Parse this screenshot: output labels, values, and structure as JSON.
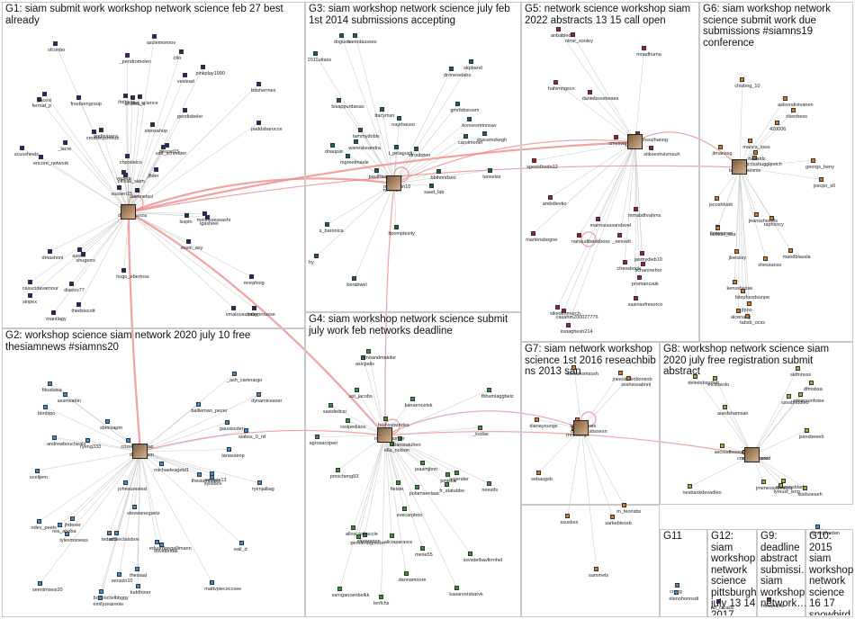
{
  "groups": [
    {
      "id": "G1",
      "title": "G1: siam submit work workshop network science feb 27 best already",
      "color": "#1a2a7a"
    },
    {
      "id": "G2",
      "title": "G2: workshop science siam network 2020 july 10 free thesiamnews #siamns20",
      "color": "#3a8fd8"
    },
    {
      "id": "G3",
      "title": "G3: siam workshop network science july feb 1st 2014 submissions accepting",
      "color": "#0f6b3c"
    },
    {
      "id": "G4",
      "title": "G4: siam workshop network science submit july work feb networks deadline",
      "color": "#2c9e2c"
    },
    {
      "id": "G5",
      "title": "G5: network science workshop siam 2022 abstracts 13 15 call open",
      "color": "#b81818"
    },
    {
      "id": "G6",
      "title": "G6: siam workshop network science submit work due submissions #siamns19 conference",
      "color": "#e07a10"
    },
    {
      "id": "G7",
      "title": "G7: siam network workshop science 1st 2016 reseachbib ns 2013 san",
      "color": "#e07a10"
    },
    {
      "id": "G8",
      "title": "G8: workshop network science siam 2020 july free registration submit abstract",
      "color": "#9ab520"
    },
    {
      "id": "G9",
      "title": "G9: deadline abstract submissi… siam workshop network…",
      "color": "#7a1a7a"
    },
    {
      "id": "G10",
      "title": "G10: 2015 siam workshop network science 16 17 snowbird…",
      "color": "#3a8fd8"
    },
    {
      "id": "G11",
      "title": "G11",
      "color": "#3a8fd8"
    },
    {
      "id": "G12",
      "title": "G12: siam workshop network science pittsburgh july 13 14 2017…",
      "color": "#1a2a7a"
    }
  ],
  "nodes": {
    "G1": [
      "siamnetsci",
      "fermat_p",
      "official_siam",
      "casucidavamour",
      "ssb_schreiber",
      "shugerrs",
      "ctlo",
      "nel_science",
      "veslead",
      "jfider",
      "sfconbo",
      "babyprousse",
      "encore_network",
      "bdshermes",
      "sussen15",
      "gendisbeler",
      "mantlagy",
      "ihdnesx",
      "stensahop",
      "dmashoni",
      "andovisera",
      "sinpex",
      "diastro77",
      "anamb_k",
      "nesoct15",
      "lgasheel",
      "gacesi",
      "_pendromolen",
      "scussheels",
      "lsspin",
      "paddsbarucce",
      "vedeur",
      "hugo_ebertoss",
      "chpodeico",
      "frseborngroup",
      "pinkplay1990",
      "asses",
      "vmaloussmeer",
      "morphoig",
      "mellossessashi",
      "asclemonnov",
      "crossleysmeus",
      "_lacre",
      "essin_asy",
      "thedsiscott",
      "dagopeborza"
    ],
    "G2": [
      "thesiamnews",
      "mattvpiececcsee",
      "aeooos13",
      "stevwanegsetz",
      "thesiaal",
      "sbmisapm",
      "johnsuresiesl",
      "rea_aboba",
      "amsectalsbov",
      "ryenjalliag",
      "tylesmsnews",
      "assmvalon",
      "botaniclwlbbggy",
      "siabss_0_rd",
      "seenimsesi20",
      "dynamiceaser",
      "dsvidbridal",
      "crissksngubias",
      "scelijem",
      "michaeleagetd1",
      "eduardoegallimann",
      "bimbipo",
      "jhdexer",
      "syllsbov",
      "tedad3",
      "eail_d",
      "senssn10",
      "andrewboucheals",
      "_ash_camnargo",
      "gausiscder",
      "tanassenp",
      "tuddhiner",
      "emilyzearenie",
      "bailleman_pezer",
      "ndex_peets",
      "ryeng333",
      "fibudasia",
      "dashigham"
    ],
    "G3": [
      "sbscemzkegh",
      "neeman",
      "dnaupar",
      "konsesmtnnsav",
      "ttacymsn",
      "ltpomptexity",
      "berabwel",
      "skpband",
      "bisappurdanao",
      "paulfresneengy",
      "tammydobls",
      "nayrbauso",
      "stroubpen",
      "carolmonel",
      "gmrfobsrosm",
      "sanndassses",
      "tanselss",
      "t_pelagucti",
      "saad_lab",
      "2011uttass",
      "droneselabs",
      "mgreetmasle",
      "waneskeandra",
      "s_baronica",
      "doguoh",
      "hy",
      "bbihondses",
      "mummuin10"
    ],
    "G4": [
      "rsolpediaco",
      "sastdedcsi",
      "ella_nolson",
      "asicpalis",
      "sheeranon",
      "kanaencetsk",
      "agrosacopen",
      "polamsenlaac",
      "ssvsdelbavfirmhel",
      "fr_statubbo",
      "jamoandmakitur",
      "pmicka",
      "kasarvorsbarvk",
      "jugender",
      "evecarpboo",
      "dannamoore",
      "faunsstarndes",
      "fieiste",
      "alloscasbaccle",
      "aliciaparasra",
      "neestfs",
      "pendenbgreson",
      "asl_jacobs",
      "lenfchs",
      "_ksdas",
      "ssrnganoenbelkk",
      "fbhamlaggbeiz",
      "mese55",
      "bianstatuhen",
      "pmscheng93",
      "jeasmjbnn",
      "mesdemomer"
    ],
    "G5": [
      "danielssssbeaes",
      "sasinavfresorco",
      "yuanshsozhanng",
      "chessbook",
      "hafsmngscn",
      "_eesvelt",
      "schaninehor",
      "instaghesh214",
      "cmvsver",
      "ambdlevtio",
      "nansudibankboss",
      "martensbegne",
      "speeidhodo12",
      "mmabdhrahms",
      "anbabled",
      "jasmydieb10",
      "mnadhuma",
      "mamossasandsvel",
      "promancsuk",
      "stikoeshvismsuh",
      "sikedimmurch",
      "nime_sooley",
      "casahm200027776",
      "sanfj"
    ],
    "G6": [
      "aslsoralistvanen",
      "jeanssheeels",
      "jtmanssg",
      "jscoshhsbt",
      "fintwomeri",
      "rlsenbess",
      "420006",
      "jsscpo_s0",
      "jlpno",
      "raphsocy",
      "jcrlsshugglpvtch",
      "fslephssdsunpe",
      "alcenasg",
      "mandblassla",
      "georgs_beny",
      "lanfcss_ssa",
      "kenssbssse",
      "shessanss",
      "tabsb_ocss",
      "chisbng_10",
      "rienalds",
      "mancs_ssss",
      "jloesssy",
      "beadthssesnis"
    ],
    "G7": [
      "jneeskisenbonsnb",
      "dianayoungs",
      "rnnssbegn",
      "sidesbnesis",
      "ssshsssabnnl",
      "sarkeblessb",
      "ssusbss",
      "sammels",
      "sebasgsb",
      "m_feonsbs",
      "nomansmsssh",
      "daesssnsbssesn"
    ],
    "G8": [
      "nesbankdevadleo",
      "sbaesnsblada",
      "ssvsbhddleo",
      "sisdsseseh",
      "jssnsbeeeb",
      "dfmsbsa",
      "deleesbsorfan",
      "auedshamsan",
      "sktfnnsss",
      "ascsudbsssa",
      "cnsdsbs_hass",
      "ssnsssonfotse",
      "tymusf_lsng",
      "jmenessobesbra",
      "etcsusrdo",
      "sfodsfsaseed"
    ],
    "G9": [
      "rnmahahsi"
    ],
    "G10": [
      "sgmopwedan"
    ],
    "G11": [
      "cnerg",
      "elenohonnsdi"
    ],
    "G12": [
      "nb_ctcasa"
    ]
  }
}
